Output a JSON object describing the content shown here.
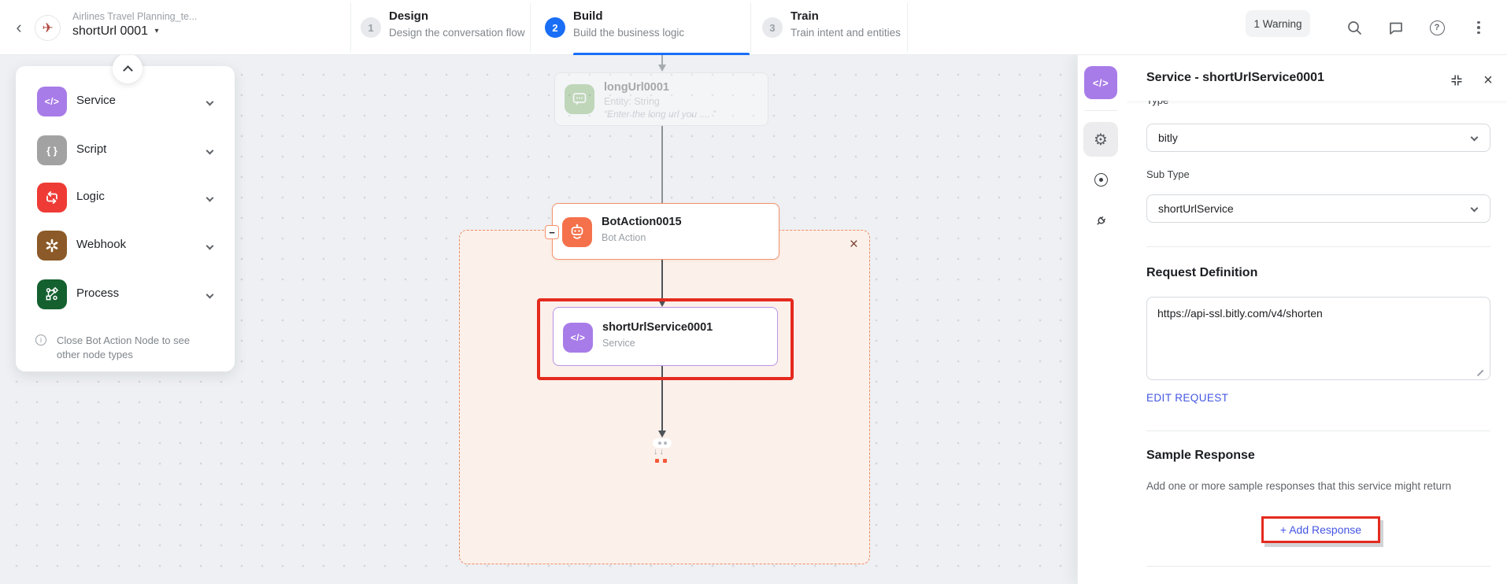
{
  "header": {
    "app_subtitle": "Airlines Travel Planning_te...",
    "app_title": "shortUrl 0001",
    "warning_label": "1 Warning",
    "steps": [
      {
        "num": "1",
        "label": "Design",
        "desc": "Design the conversation flow"
      },
      {
        "num": "2",
        "label": "Build",
        "desc": "Build the business logic"
      },
      {
        "num": "3",
        "label": "Train",
        "desc": "Train intent and entities"
      }
    ]
  },
  "palette": {
    "items": [
      {
        "label": "Service"
      },
      {
        "label": "Script"
      },
      {
        "label": "Logic"
      },
      {
        "label": "Webhook"
      },
      {
        "label": "Process"
      }
    ],
    "info_note": "Close Bot Action Node to see other node types"
  },
  "canvas": {
    "entity_node": {
      "title": "longUrl0001",
      "subtitle": "Entity: String",
      "quote": "“Enter the long url you .... ”"
    },
    "bot_action_node": {
      "title": "BotAction0015",
      "subtitle": "Bot Action"
    },
    "service_node": {
      "title": "shortUrlService0001",
      "subtitle": "Service"
    },
    "drop_arrows": "↓↓"
  },
  "panel": {
    "title": "Service - shortUrlService0001",
    "type_label": "Type",
    "type_value": "bitly",
    "subtype_label": "Sub Type",
    "subtype_value": "shortUrlService",
    "request_heading": "Request Definition",
    "request_value": "https://api-ssl.bitly.com/v4/shorten",
    "edit_request_label": "EDIT REQUEST",
    "sample_heading": "Sample Response",
    "sample_desc": "Add one or more sample responses that this service might return",
    "add_response_label": "+ Add Response"
  },
  "icons": {
    "back": "‹",
    "caret": "▾",
    "plane": "✈",
    "service_glyph": "</>",
    "script_glyph": "{ }",
    "info": "i",
    "minus": "−",
    "zone_close": "×",
    "panel_close": "×",
    "gear": "⚙",
    "help": "?"
  },
  "colors": {
    "accent_blue": "#1a6ef5",
    "link_blue": "#4355e2",
    "service_purple": "#a87ce8",
    "bot_action_orange": "#f4714b",
    "zone_dashed_orange": "#ef8b63",
    "annotation_red": "#e52a1e",
    "logic_red": "#ee3b36",
    "webhook_brown": "#8b5a28",
    "process_green": "#15602f",
    "entity_green": "#6aa84f",
    "canvas_bg": "#eef0f3"
  }
}
